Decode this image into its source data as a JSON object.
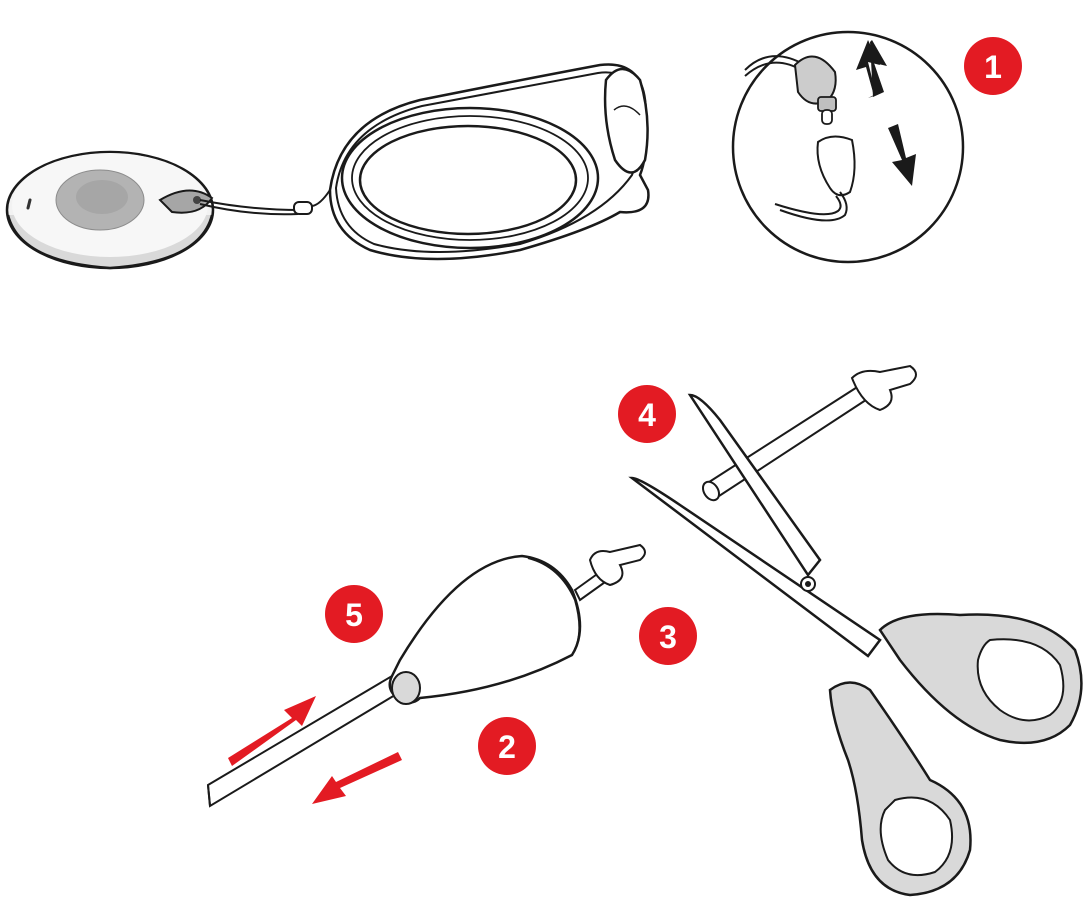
{
  "accent_color": "#e31b23",
  "steps": [
    {
      "number": "1"
    },
    {
      "number": "2"
    },
    {
      "number": "3"
    },
    {
      "number": "4"
    },
    {
      "number": "5"
    }
  ],
  "icons": {
    "device": "pendant-device-icon",
    "lanyard": "lanyard-cord-icon",
    "detail": "connector-detail-circle-icon",
    "scissors": "scissors-icon",
    "arrows_up_down": "up-down-arrows-icon",
    "arrows_push_pull": "push-pull-arrows-icon"
  }
}
